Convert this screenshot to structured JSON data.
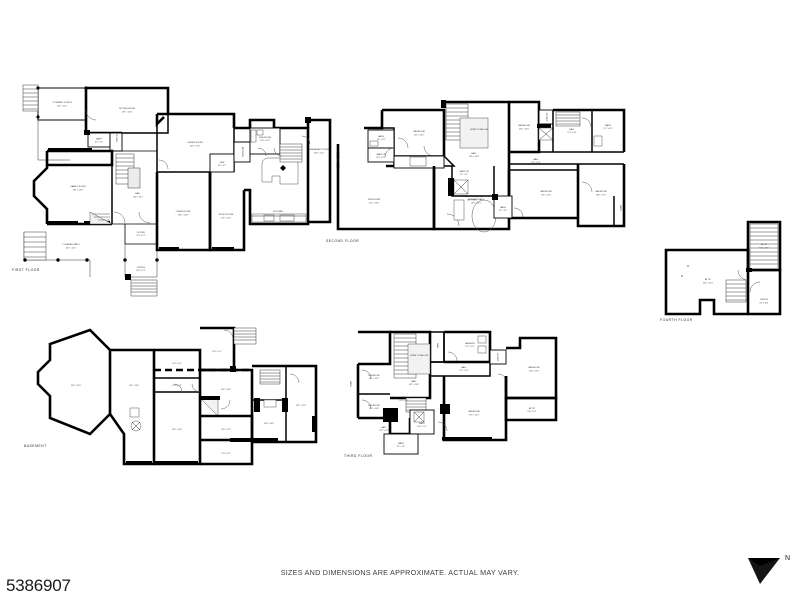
{
  "document": {
    "type": "floor-plan-sheet",
    "listing_id": "5386907",
    "disclaimer": "SIZES AND DIMENSIONS ARE APPROXIMATE. ACTUAL MAY VARY.",
    "north_label": "N",
    "north_icon": "north-arrow-icon",
    "background_color": "#ffffff",
    "line_color": "#000000"
  },
  "floors": [
    {
      "id": "first-floor",
      "caption": "FIRST FLOOR",
      "rooms": [
        {
          "name": "COVERED PORCH",
          "dim": "12'6\" x 10'1\""
        },
        {
          "name": "SITTING ROOM",
          "dim": "19'1\" x 13'4\""
        },
        {
          "name": "BATH",
          "dim": "6'2\" x 5'1\""
        },
        {
          "name": "CLOSET",
          "dim": "5'1\" x 3'4\""
        },
        {
          "name": "FAMILY ROOM",
          "dim": "28'1\" x 16'3\""
        },
        {
          "name": "HALL",
          "dim": "13'3\" x 10'2\""
        },
        {
          "name": "FOYER",
          "dim": "12'1\" x 9'1\""
        },
        {
          "name": "COVERED PATIO",
          "dim": "32'5\" x 10'2\""
        },
        {
          "name": "PORCH",
          "dim": "16'4\" x 5'1\""
        },
        {
          "name": "DINING ROOM",
          "dim": "23'2\" x 15'3\""
        },
        {
          "name": "LIVING ROOM",
          "dim": "19'6\" x 15'8\""
        },
        {
          "name": "STUDY ROOM",
          "dim": "17'6\" x 10'2\""
        },
        {
          "name": "DEN",
          "dim": "8'3\" x 5'1\""
        },
        {
          "name": "BUTLERS",
          "dim": "8'4\" x 5'2\""
        },
        {
          "name": "KITCHEN",
          "dim": "23'1\" x 21'3\""
        },
        {
          "name": "MUDROOM",
          "dim": "13'6\" x 11'2\""
        },
        {
          "name": "BREAKFAST ROOM",
          "dim": "13'6\" x 11'2\""
        }
      ]
    },
    {
      "id": "second-floor",
      "caption": "SECOND FLOOR",
      "rooms": [
        {
          "name": "SUN ROOM",
          "dim": "20'1\" x 13'6\""
        },
        {
          "name": "WALK IN",
          "dim": "10'2\" x 8'1\""
        },
        {
          "name": "BATH",
          "dim": "9'6\" x 5'4\""
        },
        {
          "name": "BEDROOM",
          "dim": "22'5\" x 16'1\""
        },
        {
          "name": "HALL",
          "dim": "20'4\" x 3'2\""
        },
        {
          "name": "PRIMARY BEDROOM",
          "dim": "22'0\" x 21'4\""
        },
        {
          "name": "PRIMARY BATH",
          "dim": "16'6\" x 10'1\""
        },
        {
          "name": "HALL",
          "dim": "14'6\" x 13'6\""
        },
        {
          "name": "OPEN TO BELOW",
          "dim": ""
        },
        {
          "name": "WALK IN",
          "dim": "9'1\" x 5'1\""
        },
        {
          "name": "CLOSET",
          "dim": "5'2\" x 4'1\""
        },
        {
          "name": "BEDROOM",
          "dim": "13'6\" x 13'0\""
        },
        {
          "name": "HALL",
          "dim": "21'1\" x 3'4\""
        },
        {
          "name": "HALL",
          "dim": "12'1\" x 6'2\""
        },
        {
          "name": "BATH",
          "dim": "11'2\" x 6'1\""
        },
        {
          "name": "BEDROOM",
          "dim": "18'6\" x 13'1\""
        },
        {
          "name": "BEDROOM",
          "dim": "16'1\" x 11'6\""
        },
        {
          "name": "BATH",
          "dim": "9'1\" x 5'2\""
        }
      ]
    },
    {
      "id": "third-floor",
      "caption": "THIRD FLOOR",
      "rooms": [
        {
          "name": "BEDROOM",
          "dim": "13'2\" x 10'1\""
        },
        {
          "name": "BEDROOM",
          "dim": "13'2\" x 10'6\""
        },
        {
          "name": "BATH",
          "dim": "10'1\" x 5'1\""
        },
        {
          "name": "HALL",
          "dim": "13'1\" x 10'6\""
        },
        {
          "name": "OPEN TO BELOW",
          "dim": ""
        },
        {
          "name": "LAUNDRY",
          "dim": "12'1\" x 9'1\""
        },
        {
          "name": "HALL",
          "dim": "17'6\" x 3'2\""
        },
        {
          "name": "CLOSET",
          "dim": "5'1\" x 4'2\""
        },
        {
          "name": "BEDROOM",
          "dim": "20'6\" x 17'6\""
        },
        {
          "name": "ATTIC",
          "dim": "19'6\" x 6'2\""
        },
        {
          "name": "BEDROOM",
          "dim": "17'6\" x 14'1\""
        },
        {
          "name": "BATH",
          "dim": "10'2\" x 5'1\""
        },
        {
          "name": "BATH",
          "dim": "9'1\" x 5'2\""
        },
        {
          "name": "HALL",
          "dim": "10'1\" x 3'1\""
        }
      ]
    },
    {
      "id": "fourth-floor",
      "caption": "FOURTH FLOOR",
      "rooms": [
        {
          "name": "ATTIC",
          "dim": "24'6\" x 16'1\""
        },
        {
          "name": "ATTIC",
          "dim": "11'2\" x 10'1\""
        },
        {
          "name": "OFFICE",
          "dim": "9'6\" x 10'6\""
        }
      ]
    },
    {
      "id": "basement",
      "caption": "BASEMENT",
      "rooms": [
        {
          "name": "",
          "dim": "26'2\" x 23'6\""
        },
        {
          "name": "",
          "dim": "13'6\" x 26'0\""
        },
        {
          "name": "",
          "dim": "18'0\" x 14'6\""
        },
        {
          "name": "",
          "dim": "19'5\" x 4'1\""
        },
        {
          "name": "",
          "dim": "19'5\" x 4'2\""
        },
        {
          "name": "",
          "dim": "10'2\" x 9'1\""
        },
        {
          "name": "",
          "dim": "20'2\" x 16'6\""
        },
        {
          "name": "",
          "dim": "12'6\" x 11'2\""
        },
        {
          "name": "",
          "dim": "13'1\" x 4'1\""
        },
        {
          "name": "",
          "dim": "14'6\" x 10'6\""
        },
        {
          "name": "",
          "dim": "18'1\" x 12'6\""
        }
      ]
    }
  ]
}
